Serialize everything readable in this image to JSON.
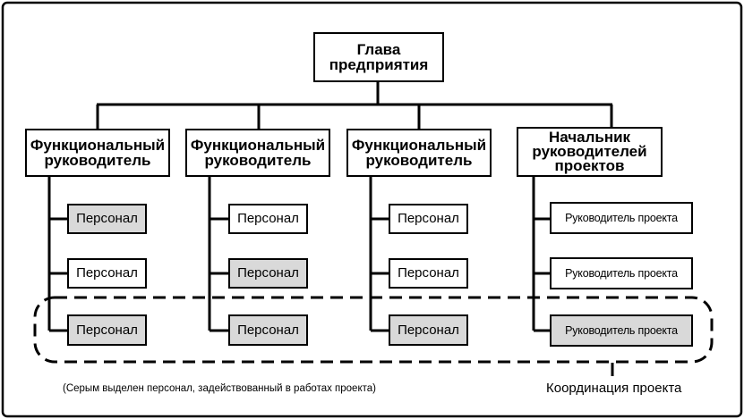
{
  "top": {
    "label": "Глава\nпредприятия"
  },
  "managers": [
    {
      "label": "Функциональный\nруководитель"
    },
    {
      "label": "Функциональный\nруководитель"
    },
    {
      "label": "Функциональный\nруководитель"
    },
    {
      "label": "Начальник\nруководителей\nпроектов"
    }
  ],
  "staff": [
    [
      {
        "label": "Персонал",
        "highlighted": true
      },
      {
        "label": "Персонал",
        "highlighted": false
      },
      {
        "label": "Персонал",
        "highlighted": true
      }
    ],
    [
      {
        "label": "Персонал",
        "highlighted": false
      },
      {
        "label": "Персонал",
        "highlighted": true
      },
      {
        "label": "Персонал",
        "highlighted": true
      }
    ],
    [
      {
        "label": "Персонал",
        "highlighted": false
      },
      {
        "label": "Персонал",
        "highlighted": false
      },
      {
        "label": "Персонал",
        "highlighted": true
      }
    ],
    [
      {
        "label": "Руководитель проекта",
        "highlighted": false
      },
      {
        "label": "Руководитель проекта",
        "highlighted": false
      },
      {
        "label": "Руководитель проекта",
        "highlighted": true
      }
    ]
  ],
  "footnote": "(Серым выделен персонал, задействованный в работах проекта)",
  "coordination_label": "Координация проекта",
  "colors": {
    "highlight": "#d9d9d9",
    "border": "#000000",
    "background": "#ffffff"
  }
}
